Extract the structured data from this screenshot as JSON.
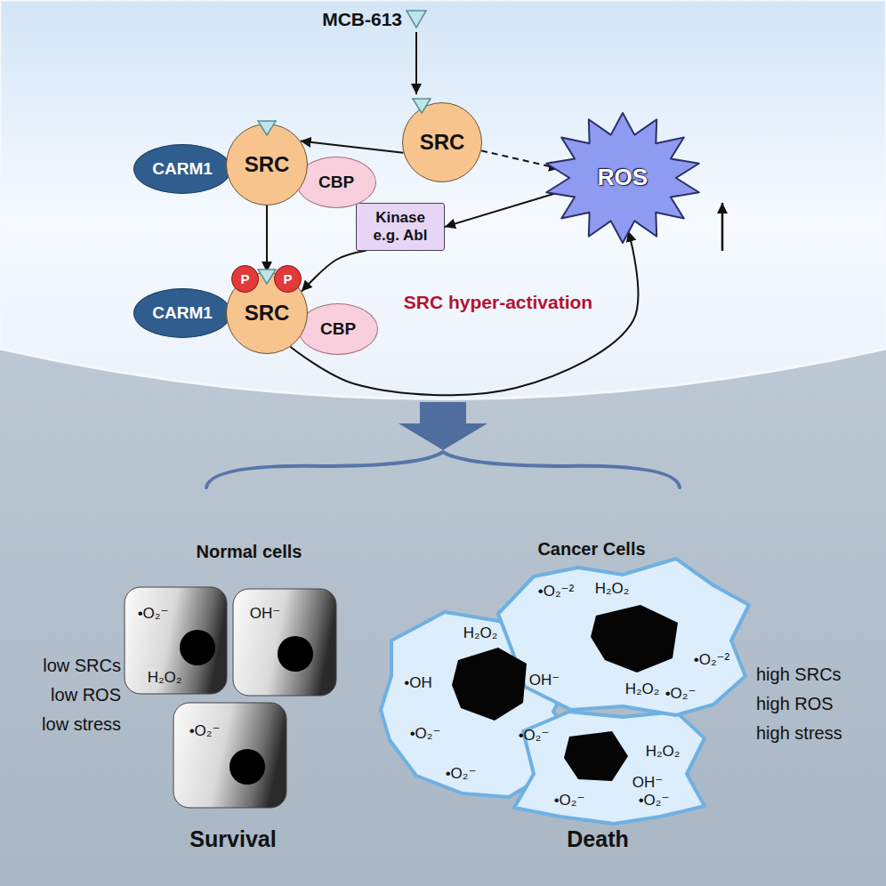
{
  "diagram": {
    "nodes": [
      {
        "text": [
          "SRC"
        ]
      },
      {
        "text": [
          "CARM1"
        ]
      },
      {
        "text": [
          "SRC"
        ]
      },
      {
        "text": [
          "CBP"
        ]
      },
      {
        "text": [
          "ROS"
        ]
      },
      {
        "text": [
          "Kinase e.g. Abl"
        ]
      },
      {
        "text": [
          "CARM1"
        ]
      },
      {
        "text": [
          "SRC"
        ]
      },
      {
        "text": [
          "P"
        ],
        "in": 7
      },
      {
        "text": [
          "P"
        ],
        "in": 7
      },
      {
        "text": [
          "CBP"
        ]
      }
    ],
    "edges": [
      {
        "from": 0,
        "to": 2,
        "arrow": "to"
      },
      {
        "from": 0,
        "to": 4,
        "arrow": "to"
      },
      {
        "from": 4,
        "to": 5,
        "arrow": "to"
      },
      {
        "from": 5,
        "to": 7,
        "arrow": "to"
      },
      {
        "from": 2,
        "to": 7,
        "arrow": "to"
      },
      {
        "from": 7,
        "to": 4,
        "arrow": "to"
      }
    ],
    "labels": [
      "MCB-613",
      "SRC hyper-activation",
      "Normal cells",
      "Cancer Cells",
      "low SRCs",
      "low ROS",
      "low stress",
      "high SRCs",
      "high ROS",
      "high stress",
      "Survival",
      "Death",
      "•O₂⁻",
      "H₂O₂",
      "OH⁻",
      "•O₂⁻",
      "•O₂⁻²",
      "H₂O₂",
      "H₂O₂",
      "•OH",
      "OH⁻",
      "•O₂⁻²",
      "•O₂⁻",
      "H₂O₂",
      "•O₂⁻",
      "•O₂⁻",
      "•O₂⁻",
      "H₂O₂",
      "OH⁻",
      "•O₂⁻",
      "•O₂⁻"
    ]
  }
}
